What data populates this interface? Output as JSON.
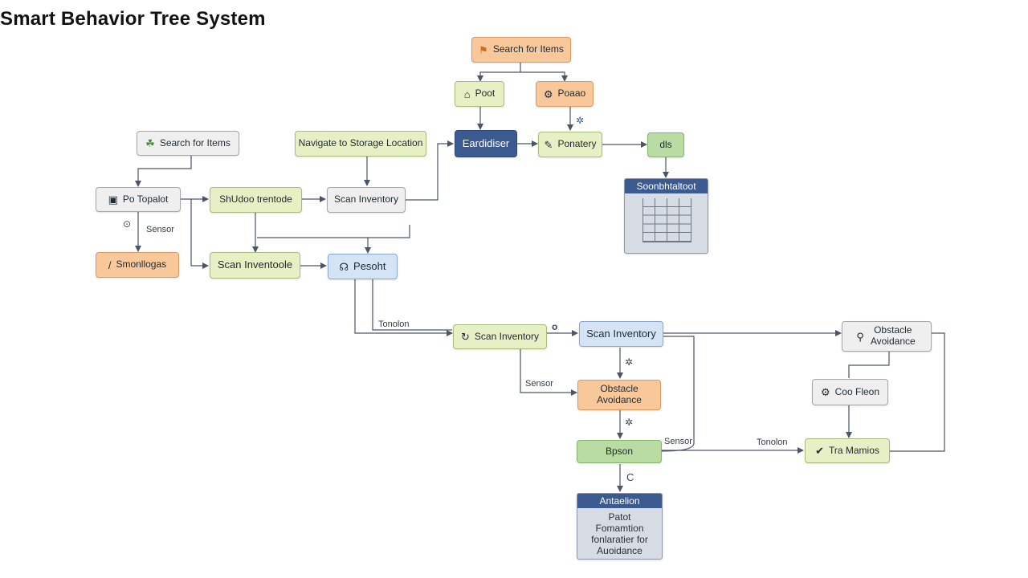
{
  "title": "Smart Behavior Tree System",
  "nodes": {
    "top_search": {
      "label": "Search for Items",
      "icon": "flag-icon"
    },
    "poot": {
      "label": "Poot",
      "icon": "house-icon"
    },
    "poaao": {
      "label": "Poaao",
      "icon": "gear-icon"
    },
    "eardidiser": {
      "label": "Eardidiser"
    },
    "ponatery": {
      "label": "Ponatery",
      "icon": "pencil-icon"
    },
    "dls": {
      "label": "dls"
    },
    "left_search": {
      "label": "Search for Items",
      "icon": "route-icon"
    },
    "navigate": {
      "label": "Navigate to Storage Location"
    },
    "po_topalot": {
      "label": "Po Topalot",
      "icon": "screen-icon"
    },
    "shudoo": {
      "label": "ShUdoo trentode"
    },
    "scan_inventory_1": {
      "label": "Scan Inventory"
    },
    "smonllogas": {
      "label": "Smonllogas",
      "icon": "pen-icon"
    },
    "scan_inventoole": {
      "label": "Scan Inventoole"
    },
    "pesoht": {
      "label": "Pesoht",
      "icon": "headset-icon"
    },
    "scan_inventory_2": {
      "label": "Scan Inventory",
      "icon": "refresh-icon"
    },
    "scan_inventory_3": {
      "label": "Scan Inventory"
    },
    "obstacle_right": {
      "label": "Obstacle Avoidance",
      "icon": "pin-icon"
    },
    "coo_fleon": {
      "label": "Coo Fleon",
      "icon": "gear-icon"
    },
    "obstacle_center": {
      "label": "Obstacle Avoidance"
    },
    "bpson": {
      "label": "Bpson"
    },
    "tra_mamios": {
      "label": "Tra Mamios",
      "icon": "check-icon"
    }
  },
  "cards": {
    "sensor_card": {
      "header": "Soonbhtaltoot"
    },
    "action_card": {
      "header": "Antaelion",
      "body": "Patot Fomamtion fonlaratier for Auoidance"
    }
  },
  "edge_labels": {
    "sensor_1": "Sensor",
    "tonolon_1": "Tonolon",
    "sensor_2": "Sensor",
    "sensor_3": "Sensor",
    "tonolon_2": "Tonolon"
  },
  "glyphs": {
    "g1": "⊙",
    "g2": "o",
    "g3": "C"
  },
  "colors": {
    "orange": "#f8c89a",
    "green": "#e6f0c4",
    "gray": "#efefef",
    "blue": "#d4e4f5",
    "navy": "#3b5a8f",
    "mint": "#b9dca3",
    "edge": "#4a5568"
  }
}
